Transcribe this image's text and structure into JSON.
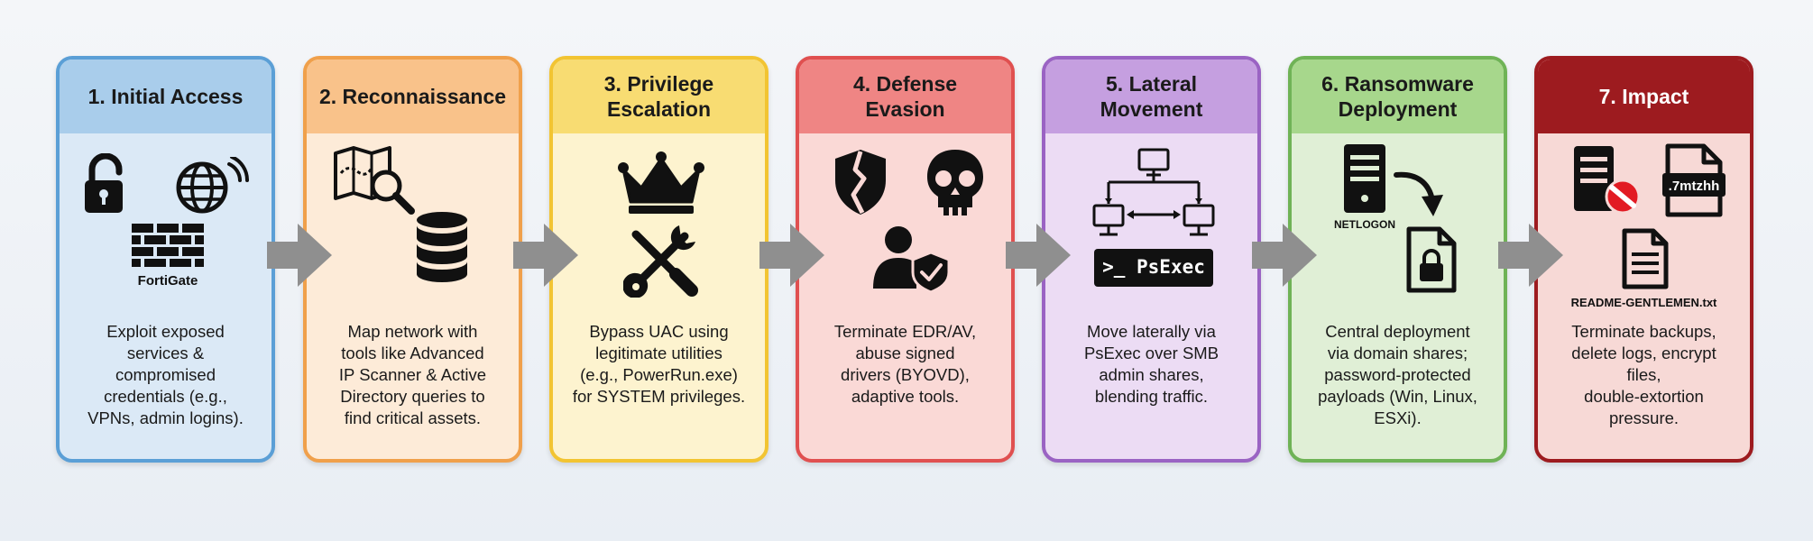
{
  "stages": [
    {
      "title": "1. Initial Access",
      "description": "Exploit exposed\nservices &\ncompromised\ncredentials (e.g.,\nVPNs, admin logins).",
      "icons": [
        "unlocked-padlock-icon",
        "globe-signal-icon",
        "firewall-icon"
      ],
      "icon_label": "FortiGate"
    },
    {
      "title": "2. Reconnaissance",
      "description": "Map network with\ntools like Advanced\nIP Scanner & Active\nDirectory queries to\nfind critical assets.",
      "icons": [
        "map-magnifier-icon",
        "database-icon"
      ]
    },
    {
      "title": "3. Privilege\nEscalation",
      "description": "Bypass UAC using\nlegitimate utilities\n(e.g., PowerRun.exe)\nfor SYSTEM privileges.",
      "icons": [
        "crown-icon",
        "wrench-screwdriver-icon"
      ]
    },
    {
      "title": "4. Defense\nEvasion",
      "description": "Terminate EDR/AV,\nabuse signed\ndrivers (BYOVD),\nadaptive tools.",
      "icons": [
        "broken-shield-icon",
        "skull-icon",
        "user-shield-icon"
      ]
    },
    {
      "title": "5. Lateral\nMovement",
      "description": "Move laterally via\nPsExec over SMB\nadmin shares,\nblending traffic.",
      "icons": [
        "network-computers-icon",
        "terminal-icon"
      ],
      "icon_label": ">_ PsExec"
    },
    {
      "title": "6. Ransomware\nDeployment",
      "description": "Central deployment\nvia domain shares;\npassword-protected\npayloads (Win, Linux,\nESXi).",
      "icons": [
        "server-icon",
        "curved-arrow-icon",
        "locked-file-icon"
      ],
      "icon_label": "NETLOGON"
    },
    {
      "title": "7. Impact",
      "description": "Terminate backups,\ndelete logs, encrypt\nfiles,\ndouble-extortion\npressure.",
      "icons": [
        "server-blocked-icon",
        "encrypted-file-icon",
        "text-file-icon"
      ],
      "icon_label": ".7mtzhh",
      "file_label": "README-GENTLEMEN.txt"
    }
  ],
  "colors": {
    "arrow": "#8f8f8f",
    "icon": "#111111"
  }
}
